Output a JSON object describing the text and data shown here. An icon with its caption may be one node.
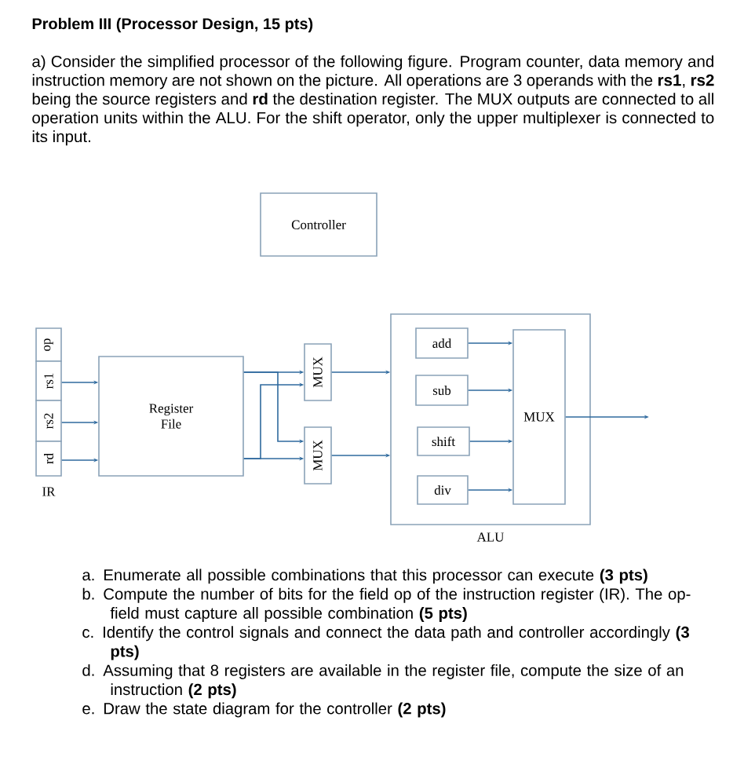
{
  "diagram": {
    "title": "Problem III (Processor Design, 15 pts)",
    "nodes": [
      {
        "text": [
          "Controller"
        ]
      },
      {
        "text": [
          "op"
        ]
      },
      {
        "text": [
          "rs1"
        ]
      },
      {
        "text": [
          "rs2"
        ]
      },
      {
        "text": [
          "rd"
        ]
      },
      {
        "text": [
          "Register File"
        ]
      },
      {
        "text": [
          "MUX"
        ]
      },
      {
        "text": [
          "MUX"
        ]
      },
      {
        "text": [
          "ALU"
        ]
      },
      {
        "text": [
          "add"
        ],
        "in": 8
      },
      {
        "text": [
          "sub"
        ],
        "in": 8
      },
      {
        "text": [
          "shift"
        ],
        "in": 8
      },
      {
        "text": [
          "div"
        ],
        "in": 8
      },
      {
        "text": [
          "MUX"
        ],
        "in": 8
      }
    ],
    "edges": [
      {
        "from": 2,
        "to": 5,
        "arrow": "to"
      },
      {
        "from": 3,
        "to": 5,
        "arrow": "to"
      },
      {
        "from": 4,
        "to": 5,
        "arrow": "to"
      },
      {
        "from": 5,
        "to": 6,
        "arrow": "to"
      },
      {
        "from": 5,
        "to": 7,
        "arrow": "to"
      },
      {
        "from": 5,
        "to": 7,
        "arrow": "to"
      },
      {
        "from": 5,
        "to": 6,
        "arrow": "to"
      },
      {
        "from": 6,
        "to": 8,
        "arrow": "to"
      },
      {
        "from": 7,
        "to": 8,
        "arrow": "to"
      },
      {
        "from": 9,
        "to": 13,
        "arrow": "to"
      },
      {
        "from": 10,
        "to": 13,
        "arrow": "to"
      },
      {
        "from": 11,
        "to": 13,
        "arrow": "to"
      },
      {
        "from": 12,
        "to": 13,
        "arrow": "to"
      },
      {
        "from": 13,
        "to": null,
        "arrow": "to"
      }
    ],
    "labels": [
      "a) Consider the simplified processor of the following figure. Program counter, data memory and instruction memory are not shown on the picture. All operations are 3 operands with the **rs1**, **rs2** being the source registers and **rd** the destination register. The MUX outputs are connected to all operation units within the ALU. For the shift operator, only the upper multiplexer is connected to its input.",
      "IR",
      "a. Enumerate all possible combinations that this processor can execute **(3 pts)**",
      "b. Compute the number of bits for the field op of the instruction register (IR). The op-field must capture all possible combination **(5 pts)**",
      "c. Identify the control signals and connect the data path and controller accordingly **(3 pts)**",
      "d. Assuming that 8 registers are available in the register file, compute the size of an instruction **(2 pts)**",
      "e. Draw the state diagram for the controller **(2 pts)**"
    ]
  }
}
